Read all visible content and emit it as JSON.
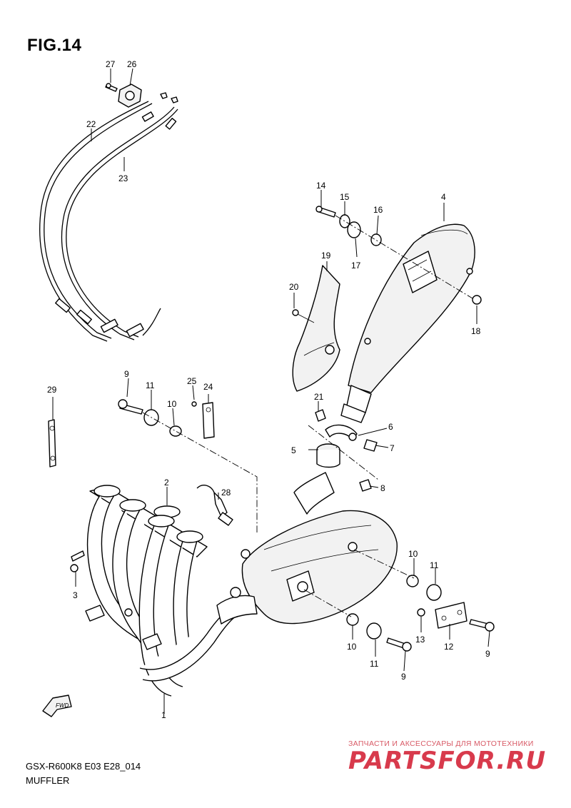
{
  "figure": {
    "title": "FIG.14",
    "code": "GSX-R600K8 E03 E28_014",
    "name": "MUFFLER"
  },
  "fwd_label": "FWD",
  "watermark": {
    "line1": "ЗАПЧАСТИ И АКСЕССУАРЫ ДЛЯ МОТОТЕХНИКИ",
    "line2": "PARTSFOR.RU"
  },
  "callouts": {
    "c1": "1",
    "c2": "2",
    "c3": "3",
    "c4": "4",
    "c5": "5",
    "c6": "6",
    "c7": "7",
    "c8": "8",
    "c9a": "9",
    "c9b": "9",
    "c9c": "9",
    "c10a": "10",
    "c10b": "10",
    "c10c": "10",
    "c11a": "11",
    "c11b": "11",
    "c11c": "11",
    "c12": "12",
    "c13": "13",
    "c14": "14",
    "c15": "15",
    "c16": "16",
    "c17": "17",
    "c18": "18",
    "c19": "19",
    "c20": "20",
    "c21": "21",
    "c22": "22",
    "c23": "23",
    "c24": "24",
    "c25": "25",
    "c26": "26",
    "c27": "27",
    "c28": "28",
    "c29": "29"
  }
}
